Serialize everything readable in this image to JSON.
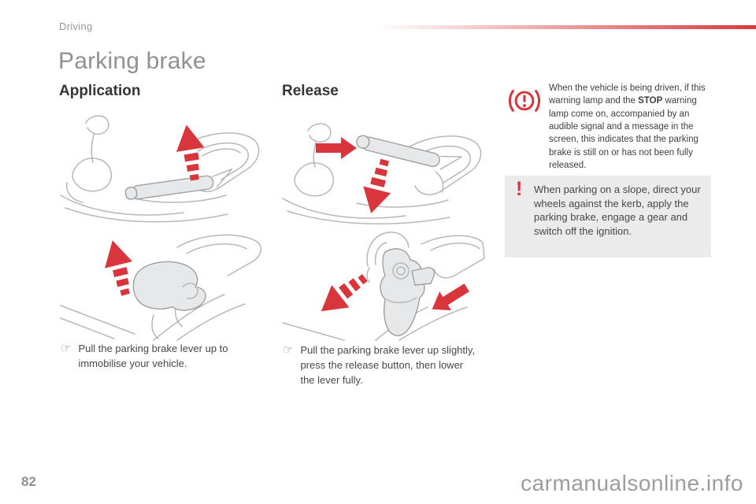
{
  "page": {
    "breadcrumb": "Driving",
    "title": "Parking brake",
    "page_number": "82",
    "watermark": "carmanualsonline.info"
  },
  "sections": {
    "application": {
      "heading": "Application",
      "pointer_icon": "☞",
      "instruction": "Pull the parking brake lever up to immobilise your vehicle."
    },
    "release": {
      "heading": "Release",
      "pointer_icon": "☞",
      "instruction": "Pull the parking brake lever up slightly, press the release button, then lower the lever fully."
    }
  },
  "notes": {
    "warning_lamp": {
      "icon": "parking-brake-warning-lamp-icon",
      "text_before_bold": "When the vehicle is being driven, if this warning lamp and the ",
      "bold_word": "STOP",
      "text_after_bold": " warning lamp come on, accompanied by an audible signal and a message in the screen, this indicates that the parking brake is still on or has not been fully released."
    },
    "slope_caution": {
      "icon": "!",
      "text": "When parking on a slope, direct your wheels against the kerb, apply the parking brake, engage a gear and switch off the ignition."
    }
  },
  "colors": {
    "accent_red": "#d9353c",
    "note_box_bg": "#ebebeb",
    "title_gray": "#8f9193",
    "heading_dark": "#333537",
    "body_text": "#46484a",
    "muted_gray": "#97999b"
  }
}
